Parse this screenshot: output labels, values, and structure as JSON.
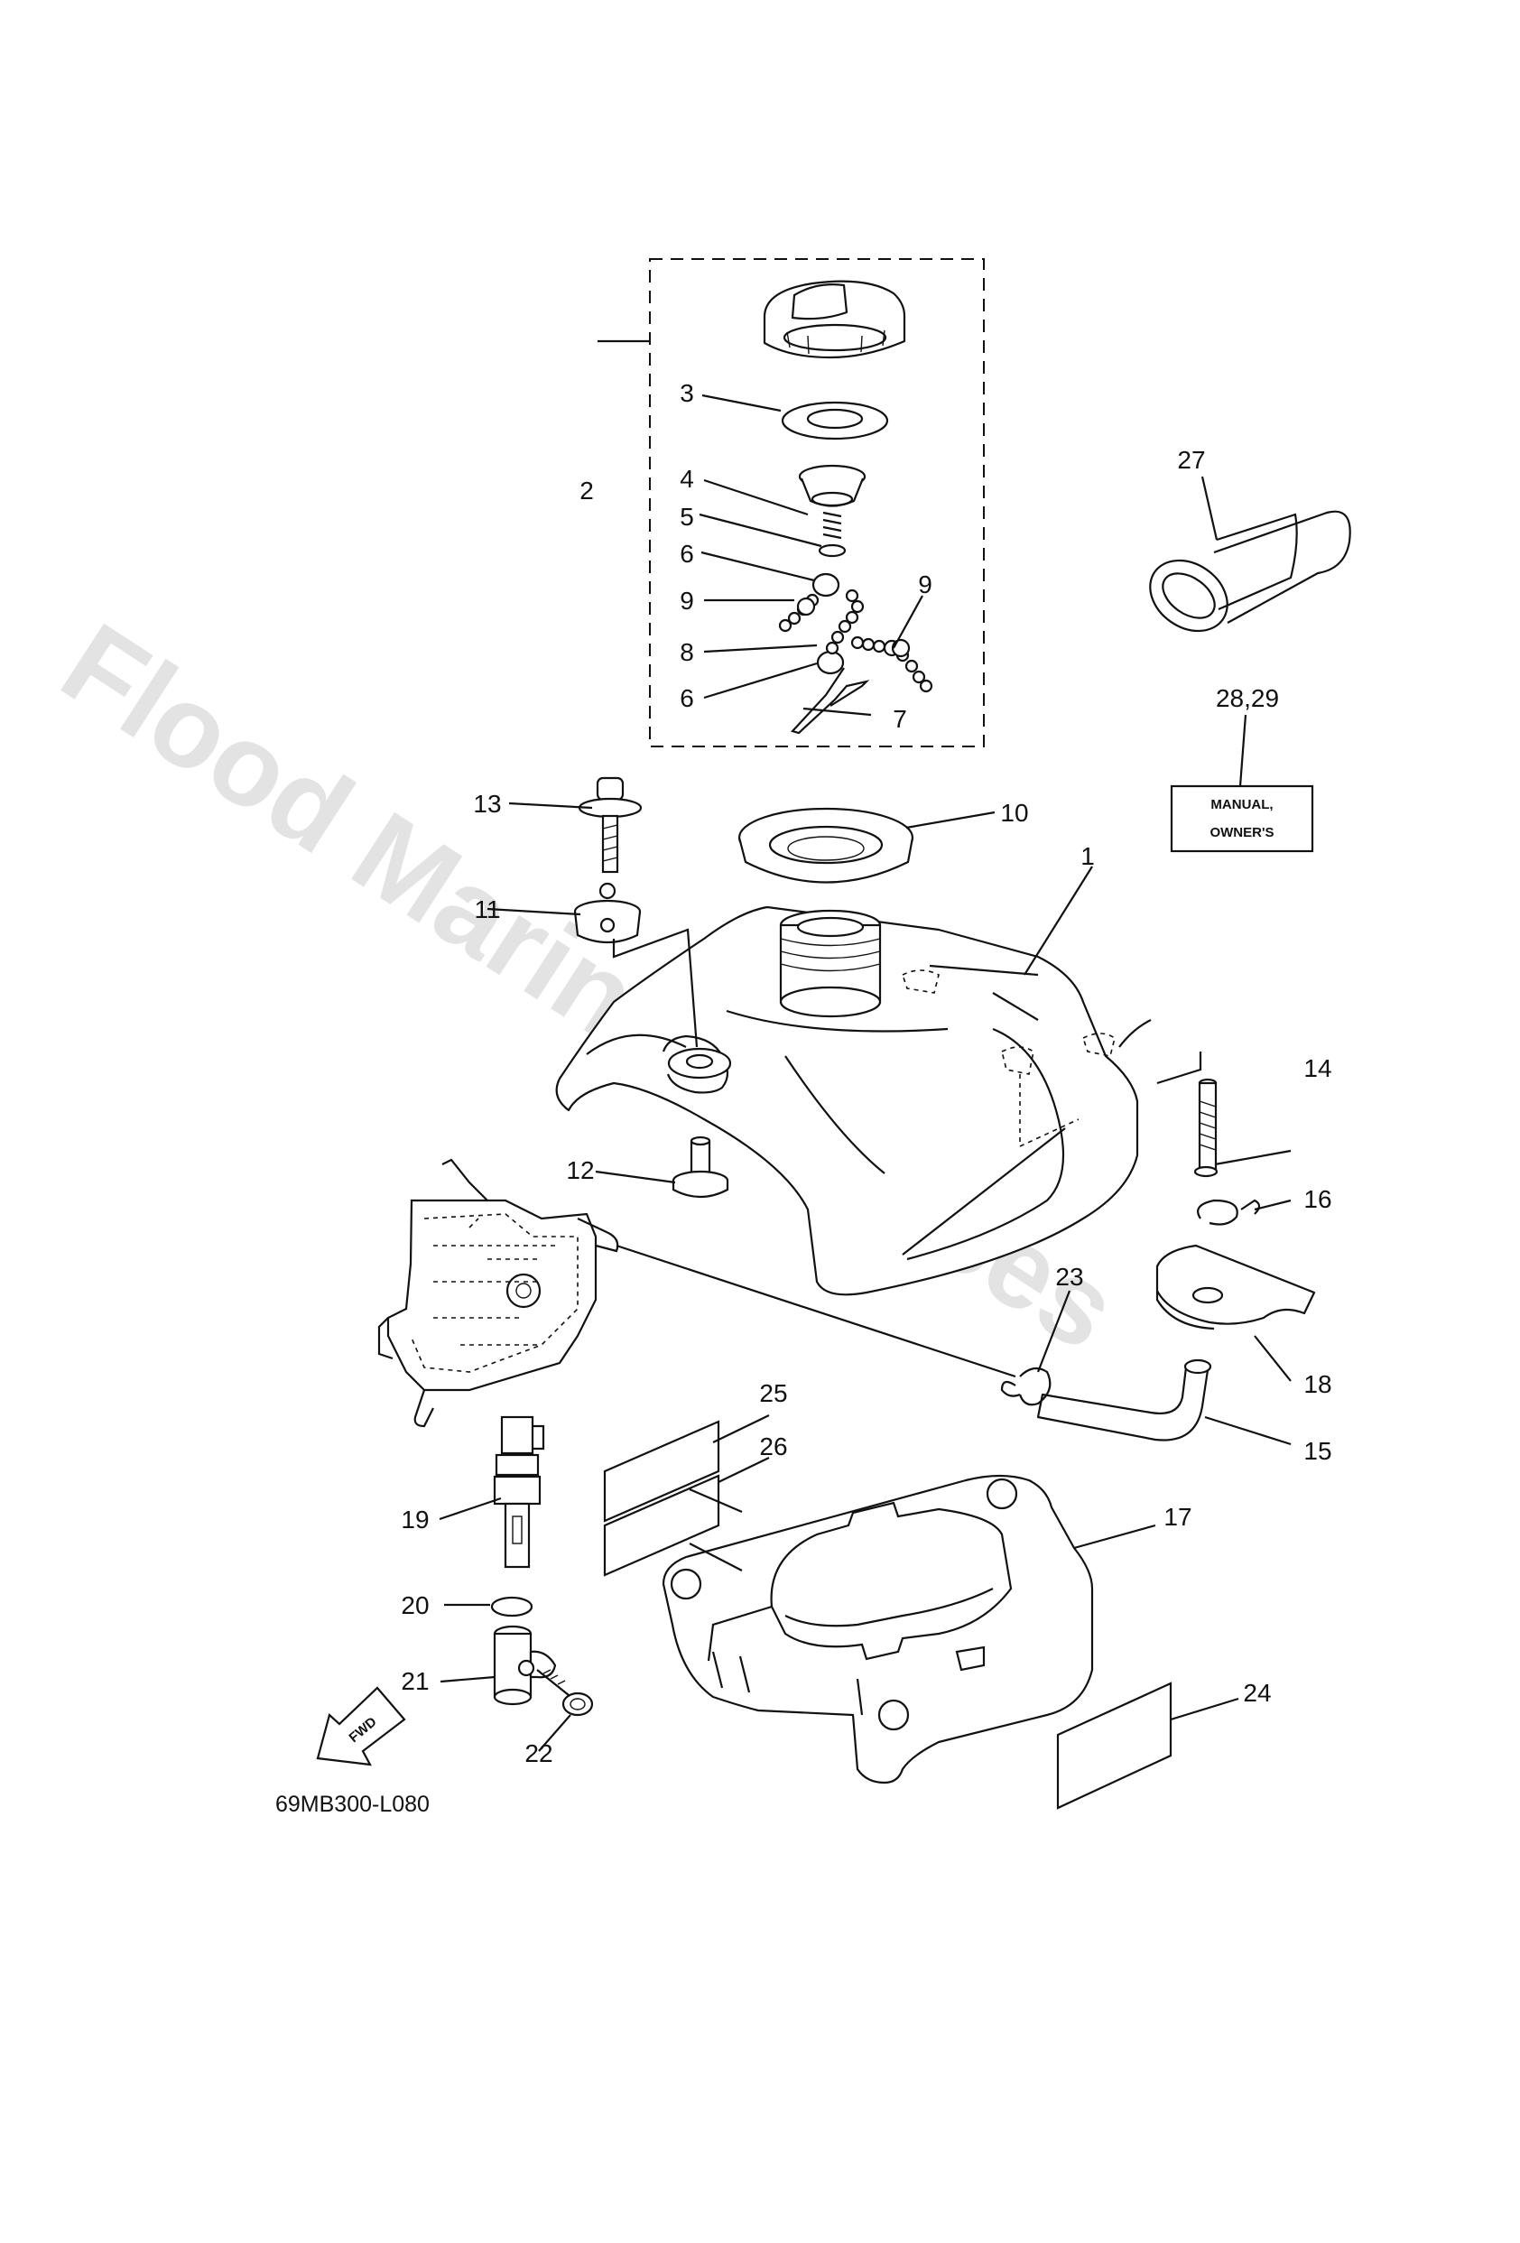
{
  "watermark": "Flood Marine Services",
  "diagram_code": "69MB300-L080",
  "manual_label_line1": "MANUAL,",
  "manual_label_line2": "OWNER'S",
  "fwd_arrow_text": "FWD",
  "part_labels": {
    "p1": "1",
    "p2": "2",
    "p3": "3",
    "p4": "4",
    "p5": "5",
    "p6a": "6",
    "p6b": "6",
    "p7": "7",
    "p8": "8",
    "p9a": "9",
    "p9b": "9",
    "p10": "10",
    "p11": "11",
    "p12": "12",
    "p13": "13",
    "p14": "14",
    "p15": "15",
    "p16": "16",
    "p17": "17",
    "p18": "18",
    "p19": "19",
    "p20": "20",
    "p21": "21",
    "p22": "22",
    "p23": "23",
    "p24": "24",
    "p25": "25",
    "p26": "26",
    "p27": "27",
    "p28_29": "28,29"
  }
}
